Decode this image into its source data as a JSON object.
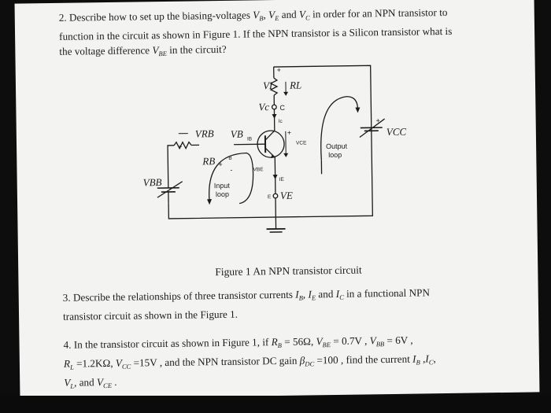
{
  "q2": {
    "line1_a": "2. Describe how to set up the biasing-voltages ",
    "line1_vb": "V",
    "line1_vb_sub": "B",
    "line1_sep": ", ",
    "line1_ve": "V",
    "line1_ve_sub": "E",
    "line1_and": " and ",
    "line1_vc": "V",
    "line1_vc_sub": "C",
    "line1_b": " in order for an NPN transistor to",
    "line2": "function in the circuit as shown in Figure 1. If the NPN transistor is a Silicon transistor what is",
    "line3_a": "the voltage difference ",
    "line3_v": "V",
    "line3_sub": "BE",
    "line3_b": " in the circuit?"
  },
  "figure": {
    "caption": "Figure 1 An NPN transistor circuit",
    "labels": {
      "vl": "VL",
      "rl": "RL",
      "vc": "Vc",
      "c": "C",
      "ic": "Ic",
      "vrb": "VRB",
      "vb": "VB",
      "ib": "IB",
      "rb": "RB",
      "b": "B",
      "vbb": "VBB",
      "vcc": "VCC",
      "vce": "VCE",
      "vbe": "VBE",
      "ie": "IE",
      "e": "E",
      "ve": "VE",
      "input_loop_1": "Input",
      "input_loop_2": "loop",
      "output_loop_1": "Output",
      "output_loop_2": "loop",
      "plus": "+",
      "minus": "-"
    }
  },
  "q3": {
    "line1_a": "3. Describe the relationships of three transistor currents ",
    "line1_ib": "I",
    "line1_ib_sub": "B",
    "line1_sep": ", ",
    "line1_ie": "I",
    "line1_ie_sub": "E",
    "line1_and": " and ",
    "line1_ic": "I",
    "line1_ic_sub": "C",
    "line1_b": " in a functional NPN",
    "line2": "transistor circuit as shown in the Figure 1."
  },
  "q4": {
    "line1_a": "4. In the transistor circuit as shown in Figure 1, if ",
    "line1_rb": "R",
    "line1_rb_sub": "B",
    "line1_rb_val": " = 56Ω, ",
    "line1_vbe": "V",
    "line1_vbe_sub": "BE",
    "line1_vbe_val": " = 0.7V , ",
    "line1_vbb": "V",
    "line1_vbb_sub": "BB",
    "line1_vbb_val": " = 6V ,",
    "line2_rl": "R",
    "line2_rl_sub": "L",
    "line2_rl_val": " =1.2KΩ, ",
    "line2_vcc": "V",
    "line2_vcc_sub": "CC",
    "line2_vcc_val": " =15V , and the NPN transistor DC gain ",
    "line2_beta": "β",
    "line2_beta_sub": "DC",
    "line2_beta_val": " =100 , find the current ",
    "line2_ib": "I",
    "line2_ib_sub": "B",
    "line2_comma": " ,",
    "line2_ic": "I",
    "line2_ic_sub": "C",
    "line2_end": ",",
    "line3_vl": "V",
    "line3_vl_sub": "L",
    "line3_and": ", and ",
    "line3_vce": "V",
    "line3_vce_sub": "CE",
    "line3_end": " ."
  }
}
